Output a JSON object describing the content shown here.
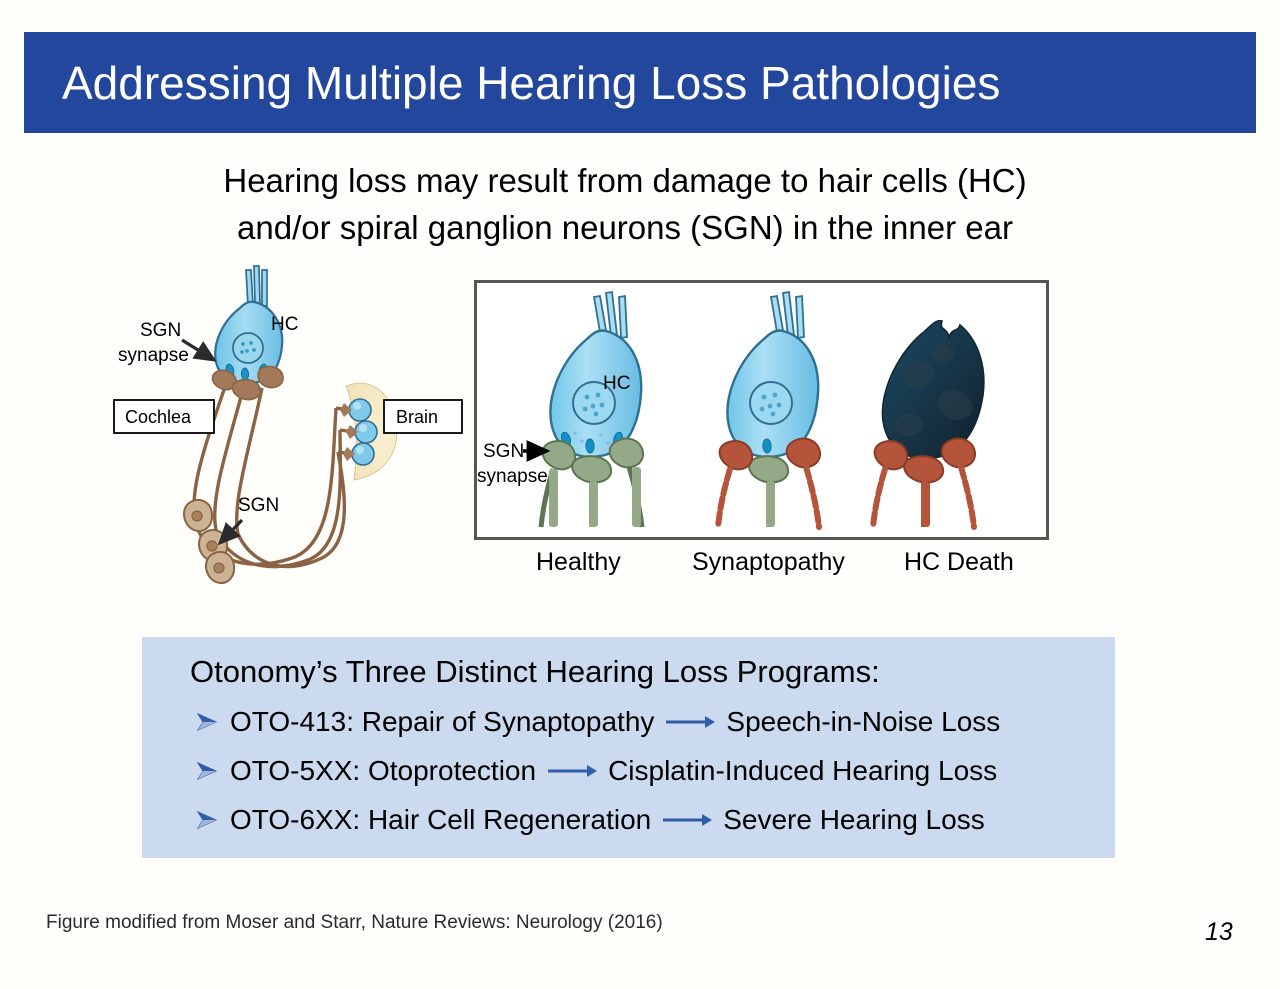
{
  "slide": {
    "title": "Addressing Multiple Hearing Loss Pathologies",
    "subtitle_line1": "Hearing loss may result from damage to hair cells (HC)",
    "subtitle_line2": "and/or spiral ganglion neurons (SGN) in the inner ear",
    "page_number": "13",
    "footer_citation": "Figure modified from Moser and Starr, Nature Reviews: Neurology (2016)",
    "colors": {
      "title_bar": "#23479C",
      "programs_box": "#CCDAEF",
      "panel_border": "#565656",
      "bullet_blue": "#2E5FA8",
      "arrow_blue": "#2E5FA8",
      "hair_cell_blue": "#8ECFEB",
      "healthy_synapse_green": "#8FA882",
      "degenerated_synapse_red": "#B4543A",
      "dead_cell_dark": "#1F3A4A",
      "neuron_brown": "#A3795A",
      "brain_cream": "#F5E6C0"
    }
  },
  "left_figure": {
    "name": "cochlea-sgn-brain-diagram",
    "labels": {
      "hc": "HC",
      "sgn_synapse_line1": "SGN",
      "sgn_synapse_line2": "synapse",
      "cochlea": "Cochlea",
      "brain": "Brain",
      "sgn": "SGN"
    }
  },
  "right_panel": {
    "name": "hair-cell-pathology-panel",
    "inner_labels": {
      "hc": "HC",
      "sgn_synapse_line1": "SGN",
      "sgn_synapse_line2": "synapse"
    },
    "conditions": [
      {
        "label": "Healthy",
        "synapse_state": "intact-green"
      },
      {
        "label": "Synaptopathy",
        "synapse_state": "partial-red-lateral"
      },
      {
        "label": "HC Death",
        "synapse_state": "dead-cell-red"
      }
    ]
  },
  "programs": {
    "heading": "Otonomy’s Three Distinct Hearing Loss Programs:",
    "items": [
      {
        "code_and_action": "OTO-413: Repair of Synaptopathy",
        "indication": "Speech-in-Noise Loss"
      },
      {
        "code_and_action": "OTO-5XX: Otoprotection",
        "indication": "Cisplatin-Induced Hearing Loss"
      },
      {
        "code_and_action": "OTO-6XX: Hair Cell Regeneration",
        "indication": "Severe Hearing Loss"
      }
    ]
  }
}
